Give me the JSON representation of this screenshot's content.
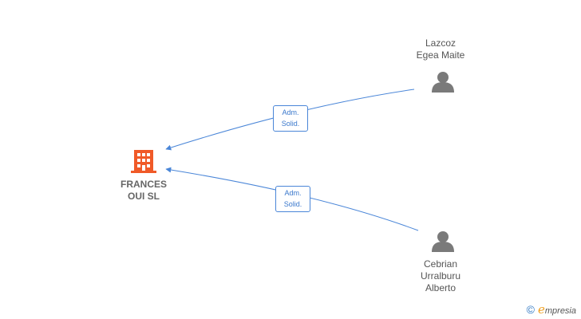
{
  "company": {
    "name_line1": "FRANCES",
    "name_line2": "OUI  SL",
    "icon": "building-icon",
    "icon_color": "#f05a28"
  },
  "persons": [
    {
      "lines": [
        "Lazcoz",
        "Egea Maite"
      ],
      "icon": "person-icon",
      "icon_color": "#7a7a7a"
    },
    {
      "lines": [
        "Cebrian",
        "Urralburu",
        "Alberto"
      ],
      "icon": "person-icon",
      "icon_color": "#7a7a7a"
    }
  ],
  "relations": [
    {
      "from": "Lazcoz Egea Maite",
      "to": "FRANCES OUI  SL",
      "label_line1": "Adm.",
      "label_line2": "Solid."
    },
    {
      "from": "Cebrian Urralburu Alberto",
      "to": "FRANCES OUI  SL",
      "label_line1": "Adm.",
      "label_line2": "Solid."
    }
  ],
  "edge_color": "#4a86d8",
  "brand": {
    "copyright": "©",
    "e": "e",
    "rest": "mpresia"
  }
}
